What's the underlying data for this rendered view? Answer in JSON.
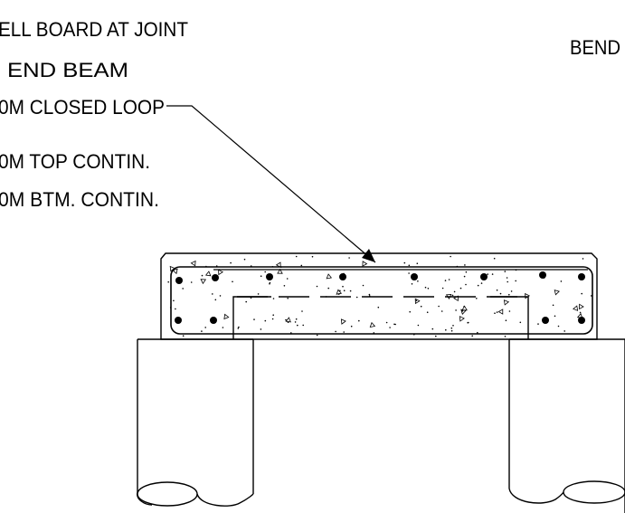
{
  "notes": {
    "line1": "ELL BOARD AT JOINT",
    "line2": "END BEAM",
    "line3": "0M CLOSED LOOP",
    "line4": "0M TOP CONTIN.",
    "line5": "0M BTM. CONTIN.",
    "bend": "BEND"
  },
  "colors": {
    "line": "#000000",
    "background": "#ffffff"
  }
}
